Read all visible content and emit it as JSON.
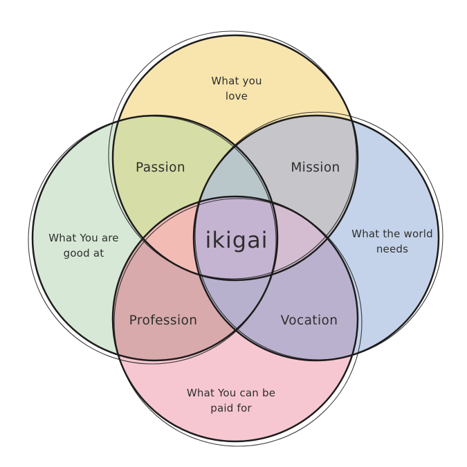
{
  "diagram": {
    "background": "#ffffff",
    "stroke_color": "#1c1c1c",
    "text_color": "#2e2e2e",
    "circles": [
      {
        "name": "what-you-love",
        "line1": "What you",
        "line2": "love",
        "color": "#f8e5ae"
      },
      {
        "name": "what-you-are-good-at",
        "line1": "What You are",
        "line2": "good at",
        "color": "#d7e8d6"
      },
      {
        "name": "what-the-world-needs",
        "line1": "What the world",
        "line2": "needs",
        "color": "#c4d3e9"
      },
      {
        "name": "what-you-can-be-paid-for",
        "line1": "What You can be",
        "line2": "paid for",
        "color": "#f7c7d1"
      }
    ],
    "intersections": [
      {
        "name": "passion",
        "label": "Passion",
        "color": "#d6dda6"
      },
      {
        "name": "mission",
        "label": "Mission",
        "color": "#c6c5c9"
      },
      {
        "name": "profession",
        "label": "Profession",
        "color": "#d9aaab"
      },
      {
        "name": "vocation",
        "label": "Vocation",
        "color": "#bab1ce"
      }
    ],
    "triple_overlaps": {
      "top": "#b9c6ca",
      "left": "#f2bcb4",
      "right": "#d4bdd1",
      "bottom": "#b7b1ce"
    },
    "center": {
      "label": "ikigai",
      "color": "#c4b4d1"
    }
  }
}
